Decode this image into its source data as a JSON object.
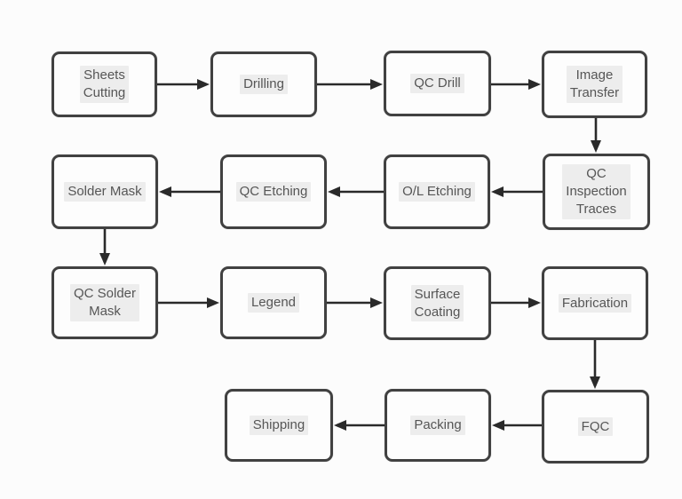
{
  "diagram": {
    "type": "flowchart",
    "description": "Process flow of 15 steps connected by arrows in four rows",
    "colors": {
      "box_border": "#414141",
      "box_fill": "#fdfdfd",
      "arrow_ink": "#2a2a2a",
      "text": "#565656",
      "text_highlight": "#ededed",
      "background": "#fcfcfc"
    },
    "nodes": [
      {
        "id": "sheets-cutting",
        "label": "Sheets\nCutting"
      },
      {
        "id": "drilling",
        "label": "Drilling"
      },
      {
        "id": "qc-drill",
        "label": "QC Drill"
      },
      {
        "id": "image-transfer",
        "label": "Image\nTransfer"
      },
      {
        "id": "solder-mask",
        "label": "Solder Mask"
      },
      {
        "id": "qc-etching",
        "label": "QC Etching"
      },
      {
        "id": "ol-etching",
        "label": "O/L Etching"
      },
      {
        "id": "qc-inspection-traces",
        "label": "QC\nInspection\nTraces"
      },
      {
        "id": "qc-solder-mask",
        "label": "QC Solder\nMask"
      },
      {
        "id": "legend",
        "label": "Legend"
      },
      {
        "id": "surface-coating",
        "label": "Surface\nCoating"
      },
      {
        "id": "fabrication",
        "label": "Fabrication"
      },
      {
        "id": "shipping",
        "label": "Shipping"
      },
      {
        "id": "packing",
        "label": "Packing"
      },
      {
        "id": "fqc",
        "label": "FQC"
      }
    ],
    "edges": [
      {
        "from": "sheets-cutting",
        "to": "drilling"
      },
      {
        "from": "drilling",
        "to": "qc-drill"
      },
      {
        "from": "qc-drill",
        "to": "image-transfer"
      },
      {
        "from": "image-transfer",
        "to": "qc-inspection-traces"
      },
      {
        "from": "qc-inspection-traces",
        "to": "ol-etching"
      },
      {
        "from": "ol-etching",
        "to": "qc-etching"
      },
      {
        "from": "qc-etching",
        "to": "solder-mask"
      },
      {
        "from": "solder-mask",
        "to": "qc-solder-mask"
      },
      {
        "from": "qc-solder-mask",
        "to": "legend"
      },
      {
        "from": "legend",
        "to": "surface-coating"
      },
      {
        "from": "surface-coating",
        "to": "fabrication"
      },
      {
        "from": "fabrication",
        "to": "fqc"
      },
      {
        "from": "fqc",
        "to": "packing"
      },
      {
        "from": "packing",
        "to": "shipping"
      }
    ]
  }
}
